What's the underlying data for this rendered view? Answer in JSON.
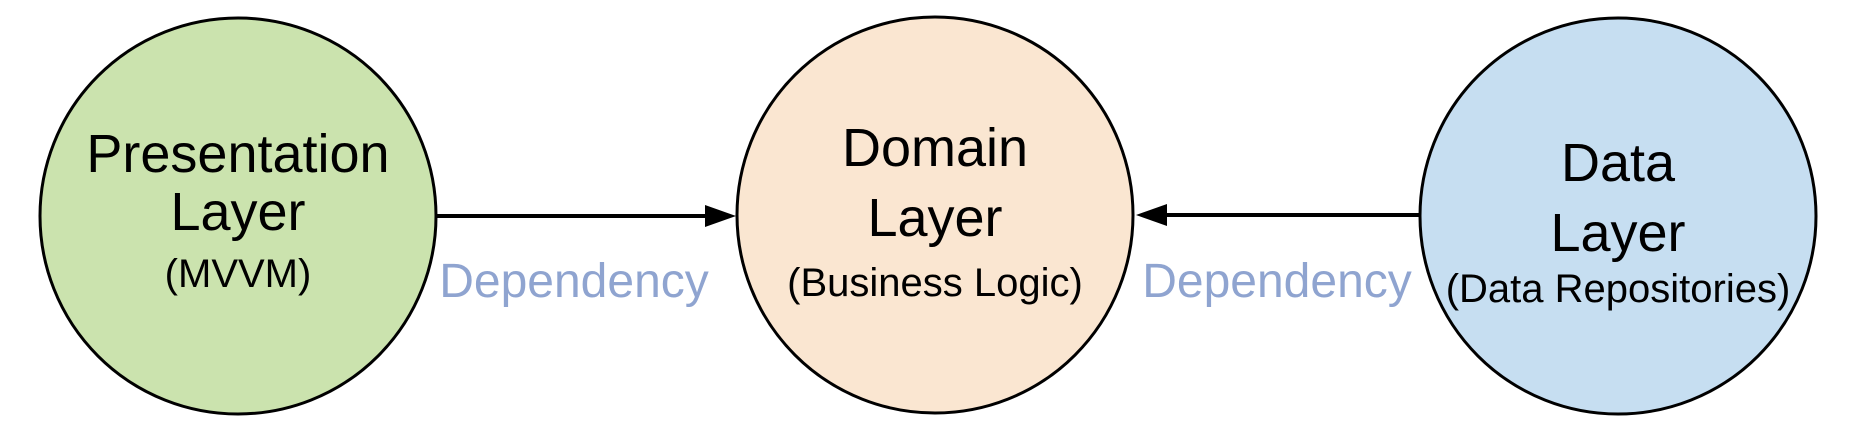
{
  "diagram": {
    "type": "architecture-layers",
    "background": "#ffffff",
    "nodes": [
      {
        "id": "presentation-layer",
        "line1": "Presentation",
        "line2": "Layer",
        "sublabel": "(MVVM)",
        "fill": "#cbe3ae",
        "stroke": "#000000"
      },
      {
        "id": "domain-layer",
        "line1": "Domain",
        "line2": "Layer",
        "sublabel": "(Business Logic)",
        "fill": "#fae6d1",
        "stroke": "#000000"
      },
      {
        "id": "data-layer",
        "line1": "Data",
        "line2": "Layer",
        "sublabel": "(Data Repositories)",
        "fill": "#c6def1",
        "stroke": "#000000"
      }
    ],
    "edges": [
      {
        "from": "presentation-layer",
        "to": "domain-layer",
        "label": "Dependency",
        "direction": "right"
      },
      {
        "from": "data-layer",
        "to": "domain-layer",
        "label": "Dependency",
        "direction": "left"
      }
    ],
    "colors": {
      "edge_label": "#8fa4d0",
      "edge_line": "#000000"
    }
  }
}
